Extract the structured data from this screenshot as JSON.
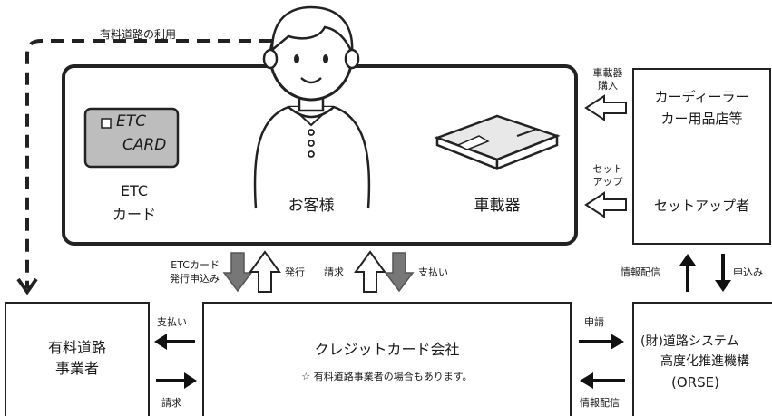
{
  "usage_label": "有料道路の利用",
  "customer_box": {
    "etc_card_face_line1": "ETC",
    "etc_card_face_line2": "CARD",
    "etc_card_label_line1": "ETC",
    "etc_card_label_line2": "カード",
    "customer_label": "お客様",
    "device_label": "車載器"
  },
  "dealer_box": {
    "line1": "カーディーラー",
    "line2": "カー用品店等",
    "line3": "セットアップ者"
  },
  "side_labels": {
    "purchase_line1": "車載器",
    "purchase_line2": "購入",
    "setup_line1": "セット",
    "setup_line2": "アップ"
  },
  "middle_labels": {
    "etc_apply_line1": "ETCカード",
    "etc_apply_line2": "発行申込み",
    "issue": "発行",
    "bill": "請求",
    "pay": "支払い",
    "info_dist": "情報配信",
    "apply": "申込み"
  },
  "toll_box": {
    "line1": "有料道路",
    "line2": "事業者"
  },
  "toll_arrows": {
    "pay": "支払い",
    "bill": "請求"
  },
  "credit_box": {
    "title": "クレジットカード会社",
    "note": "☆ 有料道路事業者の場合もあります。"
  },
  "orse_arrows": {
    "apply": "申請",
    "info": "情報配信"
  },
  "orse_box": {
    "line1": "(財)道路システム",
    "line2": "高度化推進機構",
    "line3": "(ORSE)"
  }
}
